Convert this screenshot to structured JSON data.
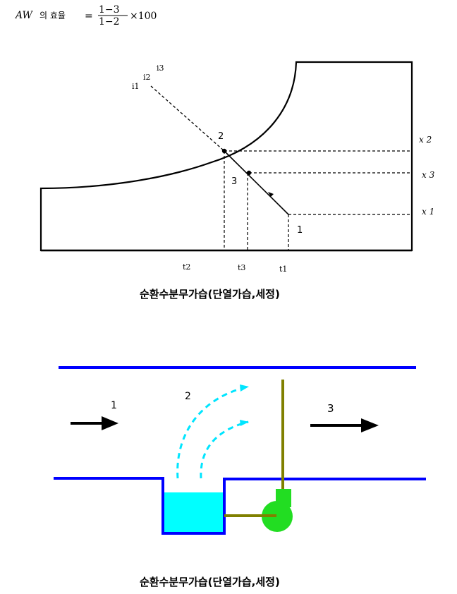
{
  "formula": {
    "lhs_italic": "AW",
    "lhs_text": "의 효율",
    "equals": "=",
    "numerator": "1−3",
    "denominator": "1−2",
    "tail": "×100"
  },
  "chart1": {
    "point_labels": [
      "2",
      "3",
      "1"
    ],
    "line_labels": [
      "i1",
      "i2",
      "i3"
    ],
    "x_labels": [
      "t2",
      "t3",
      "t1"
    ],
    "right_labels": [
      "x 2",
      "x 3",
      "x 1"
    ],
    "caption": "순환수분무가습(단열가습,세정)"
  },
  "chart2": {
    "labels": [
      "1",
      "2",
      "3"
    ],
    "caption": "순환수분무가습(단열가습,세정)",
    "colors": {
      "duct": "#0000ff",
      "water": "#00ffff",
      "spray": "#00e5ff",
      "pump": "#22dd22",
      "pipe": "#808000",
      "arrow": "#000000"
    }
  }
}
